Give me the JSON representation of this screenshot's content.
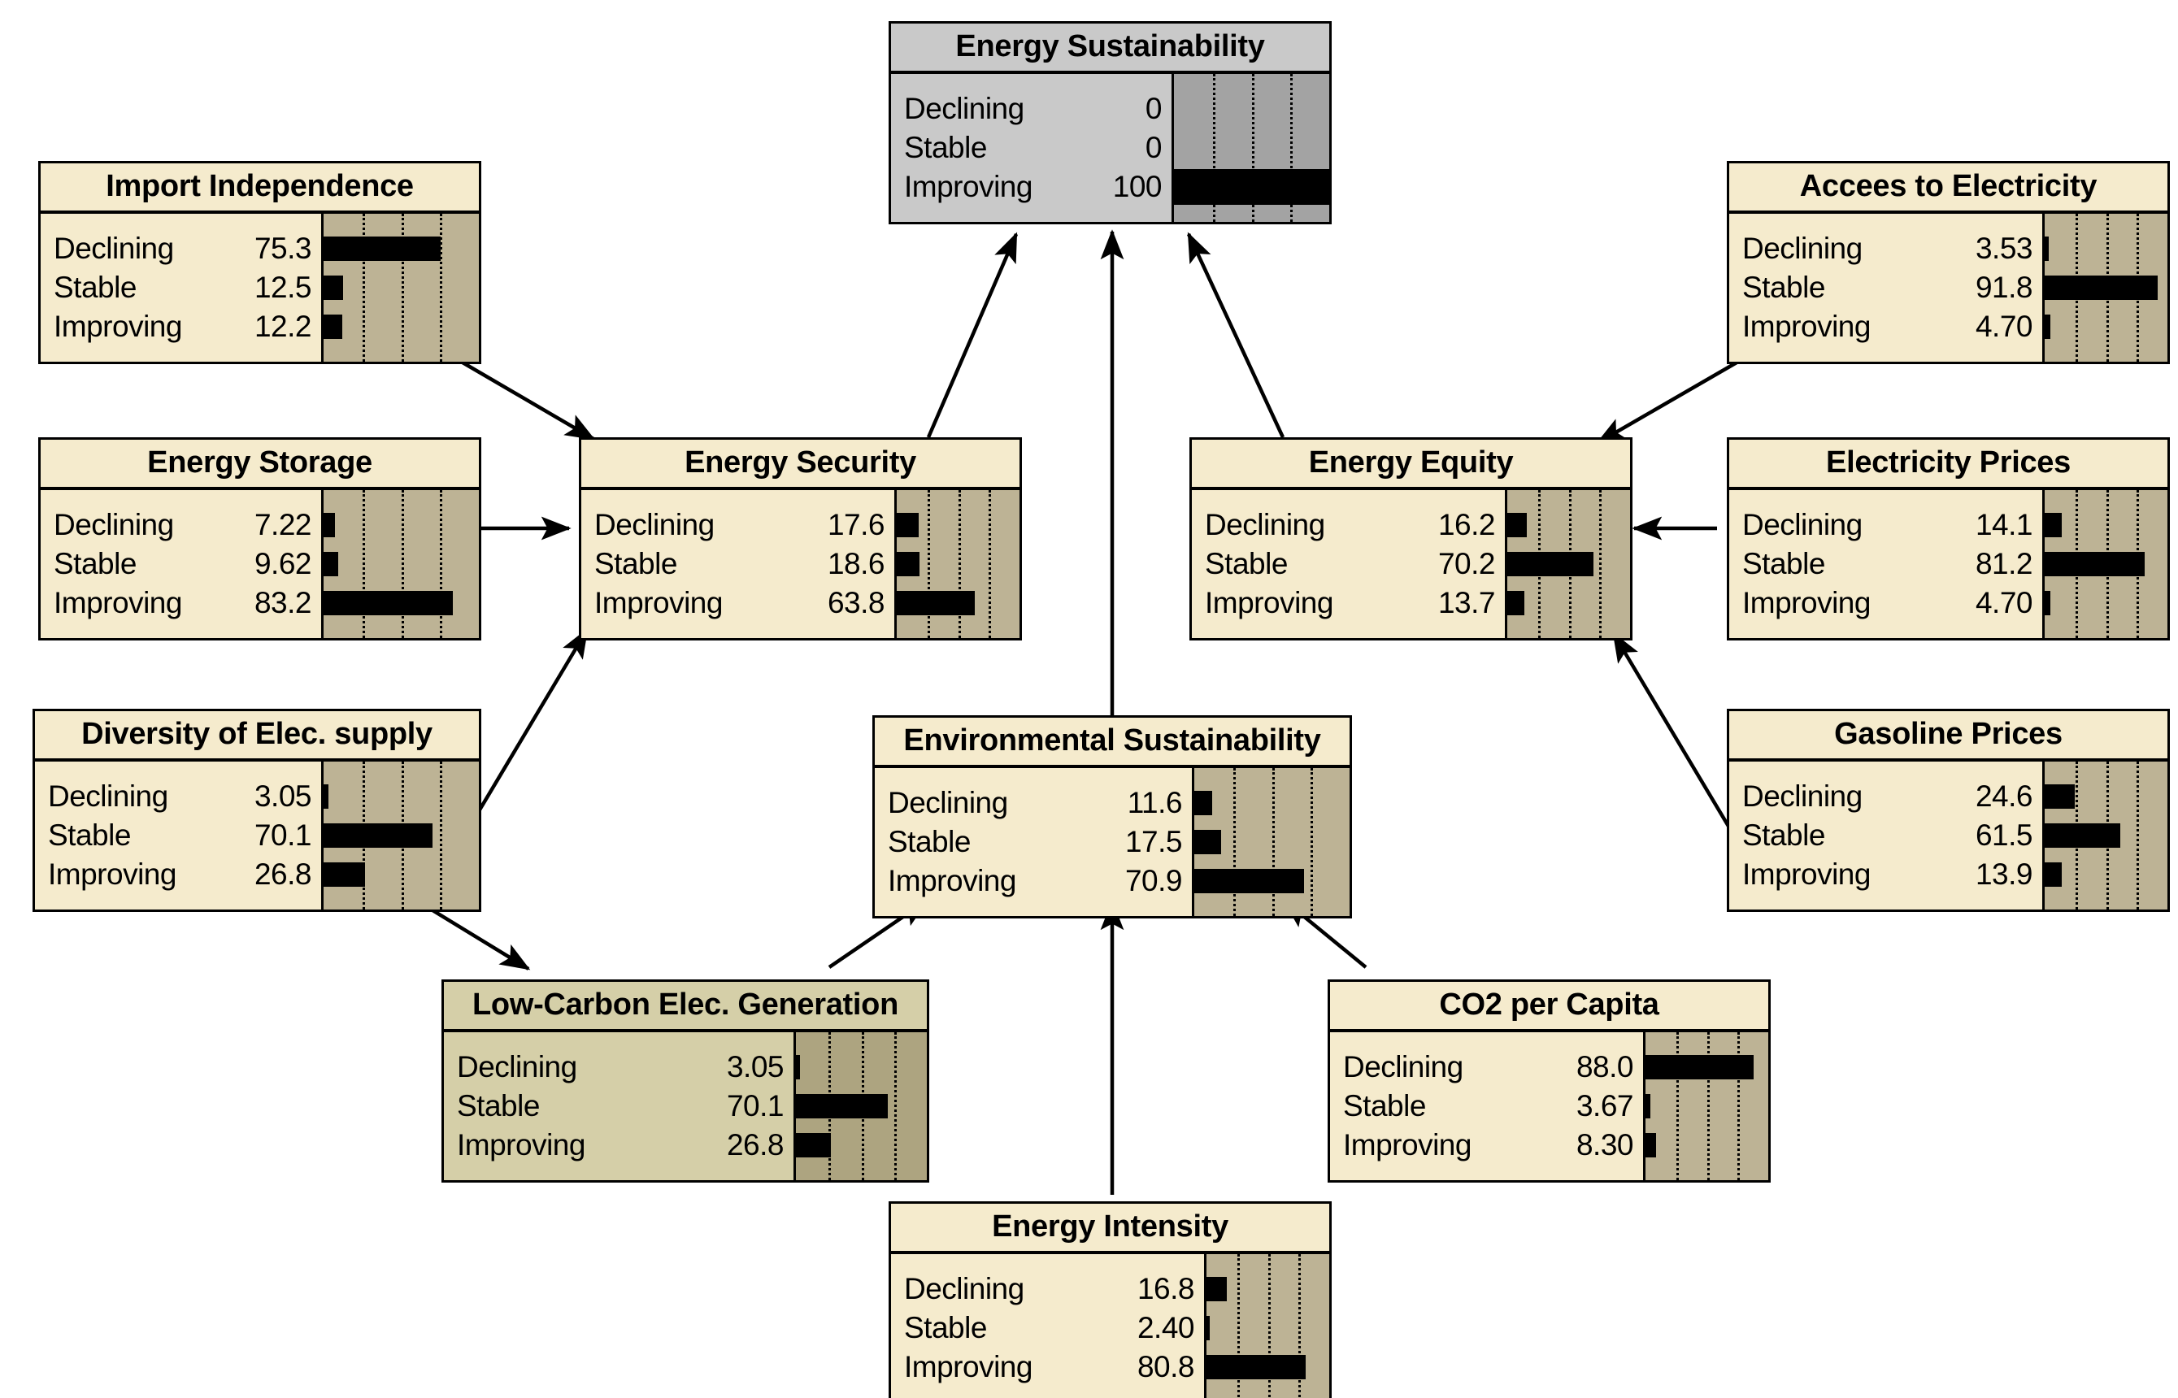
{
  "diagram": {
    "type": "bayesian-network",
    "state_labels": [
      "Declining",
      "Stable",
      "Improving"
    ],
    "bar_scale_max": 100,
    "gridline_fractions": [
      0.25,
      0.5,
      0.75
    ],
    "colors": {
      "node_fill": "#F5EBCD",
      "node_bar_panel": "#BDB395",
      "evidence_fill": "#C9C9C9",
      "evidence_bar_panel": "#A3A3A3",
      "olive_fill": "#D5CFA8",
      "olive_bar_panel": "#ADA480",
      "bar": "#000000",
      "border": "#000000",
      "background": "#FFFFFF"
    }
  },
  "nodes": {
    "energy_sustainability": {
      "title": "Energy Sustainability",
      "variant": "evidence",
      "states": [
        {
          "label": "Declining",
          "value": "0",
          "pct": 0
        },
        {
          "label": "Stable",
          "value": "0",
          "pct": 0
        },
        {
          "label": "Improving",
          "value": "100",
          "pct": 100
        }
      ]
    },
    "import_independence": {
      "title": "Import Independence",
      "variant": "standard",
      "states": [
        {
          "label": "Declining",
          "value": "75.3",
          "pct": 75.3
        },
        {
          "label": "Stable",
          "value": "12.5",
          "pct": 12.5
        },
        {
          "label": "Improving",
          "value": "12.2",
          "pct": 12.2
        }
      ]
    },
    "energy_storage": {
      "title": "Energy Storage",
      "variant": "standard",
      "states": [
        {
          "label": "Declining",
          "value": "7.22",
          "pct": 7.22
        },
        {
          "label": "Stable",
          "value": "9.62",
          "pct": 9.62
        },
        {
          "label": "Improving",
          "value": "83.2",
          "pct": 83.2
        }
      ]
    },
    "diversity_of_elec_supply": {
      "title": "Diversity of Elec. supply",
      "variant": "standard",
      "states": [
        {
          "label": "Declining",
          "value": "3.05",
          "pct": 3.05
        },
        {
          "label": "Stable",
          "value": "70.1",
          "pct": 70.1
        },
        {
          "label": "Improving",
          "value": "26.8",
          "pct": 26.8
        }
      ]
    },
    "energy_security": {
      "title": "Energy Security",
      "variant": "standard",
      "states": [
        {
          "label": "Declining",
          "value": "17.6",
          "pct": 17.6
        },
        {
          "label": "Stable",
          "value": "18.6",
          "pct": 18.6
        },
        {
          "label": "Improving",
          "value": "63.8",
          "pct": 63.8
        }
      ]
    },
    "energy_equity": {
      "title": "Energy Equity",
      "variant": "standard",
      "states": [
        {
          "label": "Declining",
          "value": "16.2",
          "pct": 16.2
        },
        {
          "label": "Stable",
          "value": "70.2",
          "pct": 70.2
        },
        {
          "label": "Improving",
          "value": "13.7",
          "pct": 13.7
        }
      ]
    },
    "accees_to_electricity": {
      "title": "Accees to Electricity",
      "variant": "standard",
      "states": [
        {
          "label": "Declining",
          "value": "3.53",
          "pct": 3.53
        },
        {
          "label": "Stable",
          "value": "91.8",
          "pct": 91.8
        },
        {
          "label": "Improving",
          "value": "4.70",
          "pct": 4.7
        }
      ]
    },
    "electricity_prices": {
      "title": "Electricity Prices",
      "variant": "standard",
      "states": [
        {
          "label": "Declining",
          "value": "14.1",
          "pct": 14.1
        },
        {
          "label": "Stable",
          "value": "81.2",
          "pct": 81.2
        },
        {
          "label": "Improving",
          "value": "4.70",
          "pct": 4.7
        }
      ]
    },
    "gasoline_prices": {
      "title": "Gasoline Prices",
      "variant": "standard",
      "states": [
        {
          "label": "Declining",
          "value": "24.6",
          "pct": 24.6
        },
        {
          "label": "Stable",
          "value": "61.5",
          "pct": 61.5
        },
        {
          "label": "Improving",
          "value": "13.9",
          "pct": 13.9
        }
      ]
    },
    "environmental_sustainability": {
      "title": "Environmental Sustainability",
      "variant": "standard",
      "states": [
        {
          "label": "Declining",
          "value": "11.6",
          "pct": 11.6
        },
        {
          "label": "Stable",
          "value": "17.5",
          "pct": 17.5
        },
        {
          "label": "Improving",
          "value": "70.9",
          "pct": 70.9
        }
      ]
    },
    "low_carbon_elec_generation": {
      "title": "Low-Carbon Elec. Generation",
      "variant": "olive",
      "states": [
        {
          "label": "Declining",
          "value": "3.05",
          "pct": 3.05
        },
        {
          "label": "Stable",
          "value": "70.1",
          "pct": 70.1
        },
        {
          "label": "Improving",
          "value": "26.8",
          "pct": 26.8
        }
      ]
    },
    "co2_per_capita": {
      "title": "CO2 per Capita",
      "variant": "standard",
      "states": [
        {
          "label": "Declining",
          "value": "88.0",
          "pct": 88.0
        },
        {
          "label": "Stable",
          "value": "3.67",
          "pct": 3.67
        },
        {
          "label": "Improving",
          "value": "8.30",
          "pct": 8.3
        }
      ]
    },
    "energy_intensity": {
      "title": "Energy Intensity",
      "variant": "standard",
      "states": [
        {
          "label": "Declining",
          "value": "16.8",
          "pct": 16.8
        },
        {
          "label": "Stable",
          "value": "2.40",
          "pct": 2.4
        },
        {
          "label": "Improving",
          "value": "80.8",
          "pct": 80.8
        }
      ]
    }
  },
  "edges": [
    {
      "from": "import_independence",
      "to": "energy_security"
    },
    {
      "from": "energy_storage",
      "to": "energy_security"
    },
    {
      "from": "diversity_of_elec_supply",
      "to": "energy_security"
    },
    {
      "from": "diversity_of_elec_supply",
      "to": "low_carbon_elec_generation"
    },
    {
      "from": "energy_security",
      "to": "energy_sustainability"
    },
    {
      "from": "environmental_sustainability",
      "to": "energy_sustainability"
    },
    {
      "from": "energy_equity",
      "to": "energy_sustainability"
    },
    {
      "from": "accees_to_electricity",
      "to": "energy_equity"
    },
    {
      "from": "electricity_prices",
      "to": "energy_equity"
    },
    {
      "from": "gasoline_prices",
      "to": "energy_equity"
    },
    {
      "from": "low_carbon_elec_generation",
      "to": "environmental_sustainability"
    },
    {
      "from": "energy_intensity",
      "to": "environmental_sustainability"
    },
    {
      "from": "co2_per_capita",
      "to": "environmental_sustainability"
    }
  ]
}
